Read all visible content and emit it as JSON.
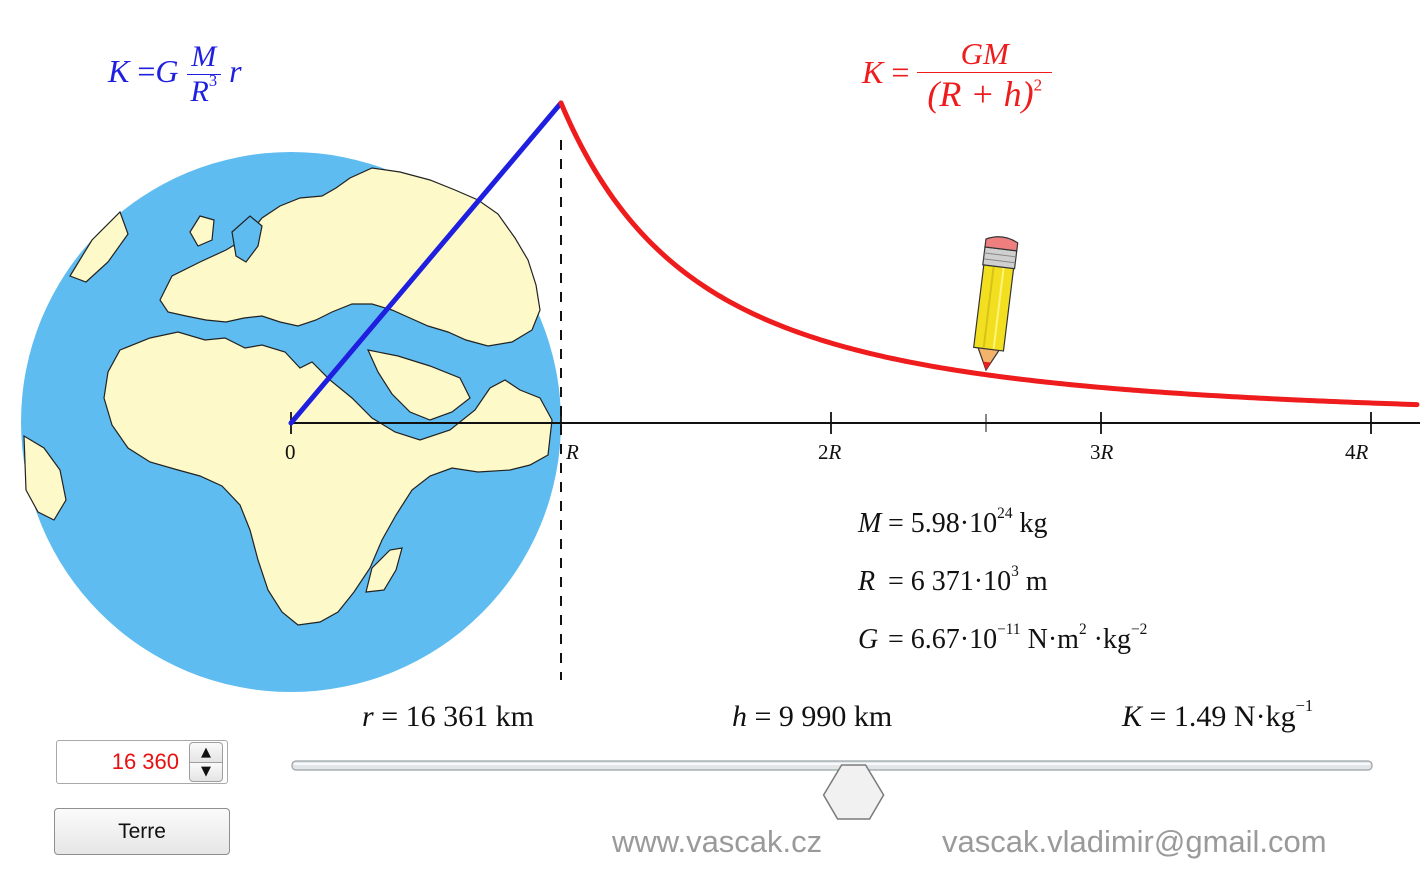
{
  "colors": {
    "inside_curve": "#1f1fe0",
    "outside_curve": "#ee1c1c",
    "ocean": "#5fbcf0",
    "land": "#fdf9c8",
    "readout_value": "#e81010"
  },
  "formulas": {
    "inside": {
      "lhs": "K",
      "eq": "=",
      "g": "G",
      "num": "M",
      "den": "R",
      "den_exp": "3",
      "tail": "r"
    },
    "outside": {
      "lhs": "K",
      "eq": "=",
      "num": "GM",
      "den": "(R + h)",
      "den_exp": "2"
    }
  },
  "axis": {
    "tick_zero": "0",
    "tick_R": "R",
    "tick_2": "2",
    "tick_3": "3",
    "tick_4": "4",
    "tick_unit": "R"
  },
  "constants": {
    "M": {
      "sym": "M",
      "text": "= 5.98·10",
      "exp": "24",
      "unit": " kg"
    },
    "R": {
      "sym": "R",
      "text": "= 6 371·10",
      "exp": "3",
      "unit": " m"
    },
    "G": {
      "sym": "G",
      "text": "= 6.67·10",
      "exp": "−11",
      "unit": " N·m",
      "unit_exp": "2",
      "unit2": " ·kg",
      "unit2_exp": "−2"
    }
  },
  "readouts": {
    "r": {
      "sym": "r",
      "text": " = 16 361 km"
    },
    "h": {
      "sym": "h",
      "text": " = 9 990 km"
    },
    "K": {
      "sym": "K",
      "text": " =  1.49 N·kg",
      "exp": "−1"
    }
  },
  "controls": {
    "stepper_value": "16 360",
    "spin_up": "▲",
    "spin_down": "▼",
    "terre_label": "Terre",
    "slider_fraction": 0.52
  },
  "footer": {
    "website": "www.vascak.cz",
    "email": "vascak.vladimir@gmail.com"
  },
  "icons": [
    "pencil-icon",
    "earth-globe-icon",
    "slider-thumb-icon"
  ]
}
